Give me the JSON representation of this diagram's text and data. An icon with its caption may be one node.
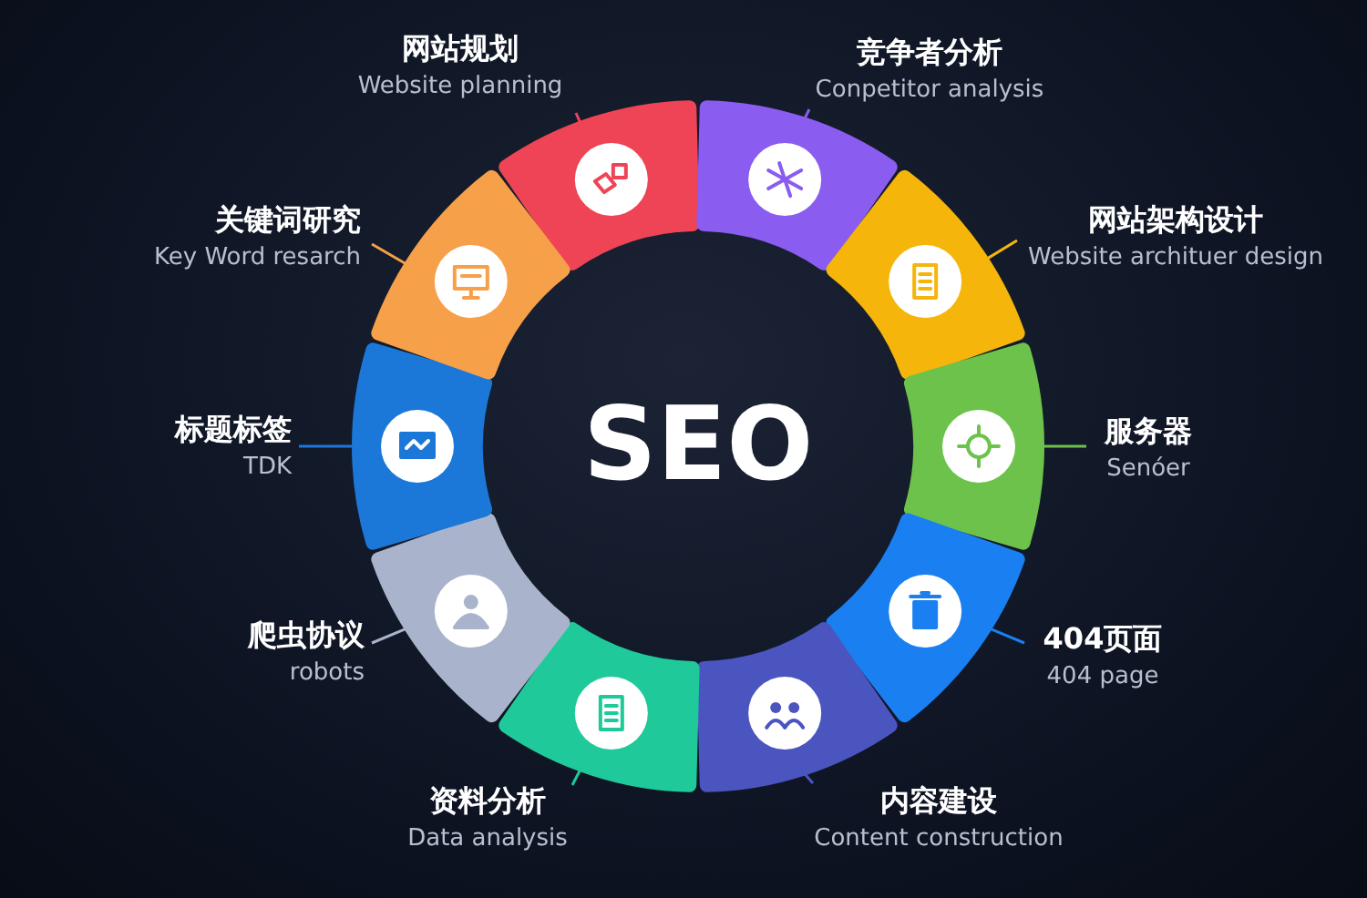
{
  "diagram": {
    "nodes": [
      {
        "text": [
          "网站规划",
          "Website planning"
        ]
      },
      {
        "text": [
          "竞争者分析",
          "Conpetitor analysis"
        ]
      },
      {
        "text": [
          "网站架构设计",
          "Website archituer design"
        ]
      },
      {
        "text": [
          "服务器",
          "Senóer"
        ]
      },
      {
        "text": [
          "404页面",
          "404 page"
        ]
      },
      {
        "text": [
          "内容建设",
          "Content construction"
        ]
      },
      {
        "text": [
          "资料分析",
          "Data analysis"
        ]
      },
      {
        "text": [
          "爬虫协议",
          "robots"
        ]
      },
      {
        "text": [
          "标题标签",
          "TDK"
        ]
      },
      {
        "text": [
          "关键词研究",
          "Key Word resarch"
        ]
      },
      {
        "text": [],
        "shape": "segment"
      },
      {
        "text": [],
        "shape": "segment"
      },
      {
        "text": [],
        "shape": "segment"
      },
      {
        "text": [],
        "shape": "segment"
      },
      {
        "text": [],
        "shape": "segment"
      },
      {
        "text": [],
        "shape": "segment"
      },
      {
        "text": [],
        "shape": "segment"
      },
      {
        "text": [],
        "shape": "segment"
      },
      {
        "text": [],
        "shape": "segment"
      },
      {
        "text": [],
        "shape": "segment"
      }
    ],
    "edges": [
      {
        "from": 0,
        "to": 10,
        "arrow": "none",
        "color": "#ee4455"
      },
      {
        "from": 1,
        "to": 11,
        "arrow": "none",
        "color": "#8a5cf0"
      },
      {
        "from": 2,
        "to": 12,
        "arrow": "none",
        "color": "#f5b50a"
      },
      {
        "from": 3,
        "to": 13,
        "arrow": "none",
        "color": "#6cc24a"
      },
      {
        "from": 4,
        "to": 14,
        "arrow": "none",
        "color": "#1a7ff0"
      },
      {
        "from": 5,
        "to": 15,
        "arrow": "none",
        "color": "#4b55c0"
      },
      {
        "from": 6,
        "to": 16,
        "arrow": "none",
        "color": "#1fc99a"
      },
      {
        "from": 7,
        "to": 17,
        "arrow": "none",
        "color": "#a9b4cc"
      },
      {
        "from": 8,
        "to": 18,
        "arrow": "none",
        "color": "#1b78d8"
      },
      {
        "from": 9,
        "to": 19,
        "arrow": "none",
        "color": "#f7a04a"
      }
    ],
    "labels": [
      "SEO"
    ]
  }
}
